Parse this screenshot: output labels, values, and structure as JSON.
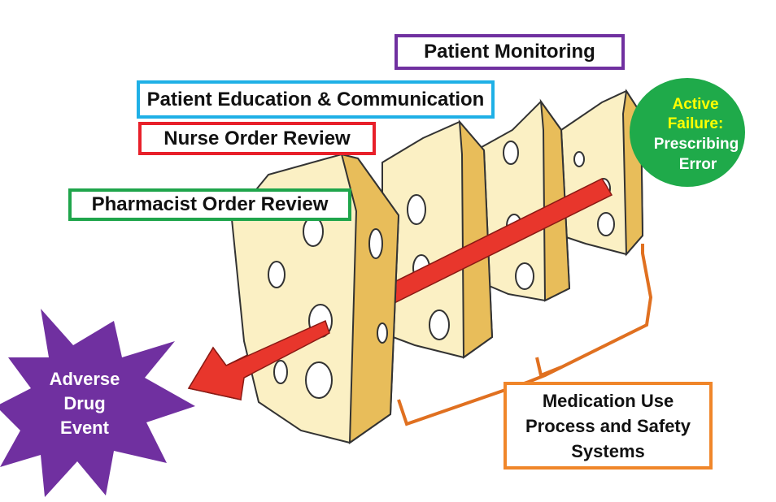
{
  "colors": {
    "monitoring": "#7030a0",
    "education": "#1fb0e6",
    "nurse": "#e8202a",
    "pharmacist": "#1fa54b",
    "active_failure_fill": "#1faa4a",
    "active_failure_yellow": "#ffff00",
    "adverse_fill": "#7030a0",
    "medication_border": "#f0862a",
    "bracket": "#e07020",
    "arrow": "#e8362c",
    "cheese_light": "#fbf0c4",
    "cheese_side": "#e8bd5a",
    "cheese_outline": "#333333"
  },
  "labels": {
    "patient_monitoring": "Patient Monitoring",
    "patient_education": "Patient Education & Communication",
    "nurse_order_review": "Nurse Order Review",
    "pharmacist_order_review": "Pharmacist Order Review"
  },
  "active_failure": {
    "line1": "Active",
    "line2": "Failure:",
    "line3": "Prescribing",
    "line4": "Error"
  },
  "adverse_event": {
    "line1": "Adverse",
    "line2": "Drug",
    "line3": "Event"
  },
  "medication_box": {
    "line1": "Medication Use",
    "line2": "Process and Safety",
    "line3": "Systems"
  }
}
